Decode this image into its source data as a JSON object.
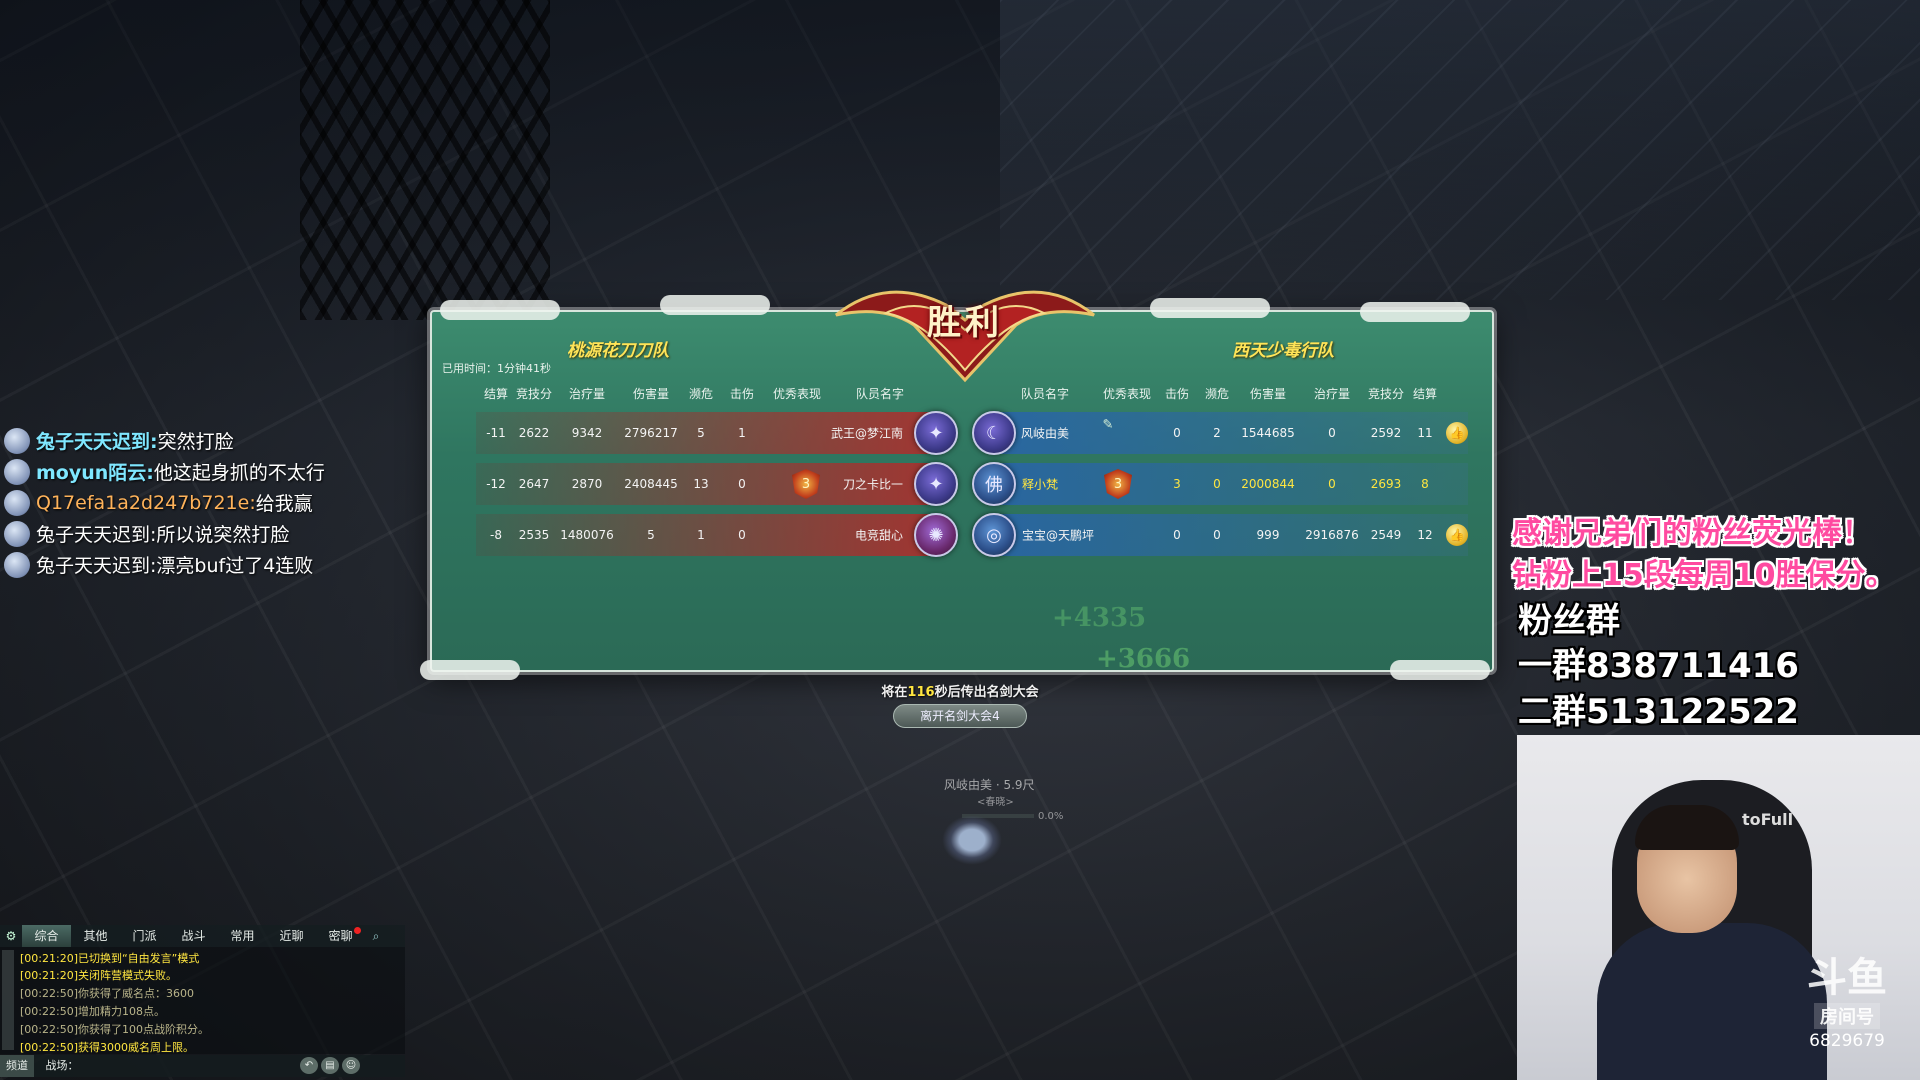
{
  "result": {
    "title": "胜利",
    "team_left": "桃源花刀刀队",
    "team_right": "西天少毒行队",
    "elapsed": "已用时间：1分钟41秒"
  },
  "columns_left": [
    "结算",
    "竞技分",
    "治疗量",
    "伤害量",
    "濒危",
    "击伤",
    "优秀表现",
    "队员名字"
  ],
  "columns_right": [
    "队员名字",
    "优秀表现",
    "击伤",
    "濒危",
    "伤害量",
    "治疗量",
    "竞技分",
    "结算"
  ],
  "rows_left": [
    {
      "result": "-11",
      "score": "2622",
      "healing": "9342",
      "damage": "2796217",
      "danger": "5",
      "kills": "1",
      "name": "武王@梦江南",
      "icon": "swirl-icon"
    },
    {
      "result": "-12",
      "score": "2647",
      "healing": "2870",
      "damage": "2408445",
      "danger": "13",
      "kills": "0",
      "name": "刀之卡比一",
      "icon": "swirl-icon",
      "badge": "3"
    },
    {
      "result": "-8",
      "score": "2535",
      "healing": "1480076",
      "damage": "5",
      "danger": "1",
      "kills": "0",
      "name": "电竞甜心",
      "icon": "flower-icon"
    }
  ],
  "rows_right": [
    {
      "name": "风岐由美",
      "kills": "0",
      "danger": "2",
      "damage": "1544685",
      "healing": "0",
      "score": "2592",
      "result": "11",
      "icon": "moon-icon",
      "liked": true
    },
    {
      "name": "释小梵",
      "kills": "3",
      "danger": "0",
      "damage": "2000844",
      "healing": "0",
      "score": "2693",
      "result": "8",
      "icon": "buddha-icon",
      "icon_char": "佛",
      "badge": "3"
    },
    {
      "name": "宝宝@天鹏坪",
      "kills": "0",
      "danger": "0",
      "damage": "999",
      "healing": "2916876",
      "score": "2549",
      "result": "12",
      "icon": "spiral-icon",
      "liked": true
    }
  ],
  "countdown": {
    "prefix": "将在",
    "seconds": "116",
    "suffix": "秒后传出名剑大会"
  },
  "leave_button": "离开名剑大会4",
  "floating_numbers": [
    "+4335",
    "+3666"
  ],
  "player_tag": {
    "name": "风岐由美 · 5.9尺",
    "title": "<春晓>",
    "percent": "0.0%"
  },
  "danmaku": [
    {
      "user": "兔子天天迟到:",
      "text": "突然打脸",
      "color": "#7fe7ff"
    },
    {
      "user": "moyun陌云:",
      "text": "他这起身抓的不太行",
      "color": "#7fe7ff"
    },
    {
      "user": "Q17efa1a2d247b721e:",
      "text": "给我赢",
      "color": "#ffb35a"
    },
    {
      "user": "兔子天天迟到:",
      "text": "所以说突然打脸",
      "color": "#ffffff"
    },
    {
      "user": "兔子天天迟到:",
      "text": "漂亮buf过了4连败",
      "color": "#ffffff"
    }
  ],
  "chat": {
    "tabs": [
      "综合",
      "其他",
      "门派",
      "战斗",
      "常用",
      "近聊",
      "密聊"
    ],
    "lines": [
      {
        "text": "[00:21:20]已切换到“自由发言”模式",
        "style": "yellow"
      },
      {
        "text": "[00:21:20]关闭阵营模式失败。",
        "style": "yellow"
      },
      {
        "text": "[00:22:50]你获得了威名点：3600",
        "style": "gray"
      },
      {
        "text": "[00:22:50]增加精力108点。",
        "style": "gray"
      },
      {
        "text": "[00:22:50]你获得了100点战阶积分。",
        "style": "gray"
      },
      {
        "text": "[00:22:50]获得3000威名周上限。",
        "style": "yellow"
      }
    ],
    "channel": "频道",
    "input_label": "战场："
  },
  "promo": {
    "line1": "感谢兄弟们的粉丝荧光棒！",
    "line2": "钻粉上15段每周10胜保分。",
    "line3": "粉丝群",
    "line4": "一群838711416",
    "line5": "二群513122522"
  },
  "stream": {
    "chair_text": "toFull",
    "logo_mark": "斗鱼",
    "logo_label": "房间号",
    "room_number": "6829679"
  },
  "colors": {
    "panel": "#2f7660",
    "victory_red": "#9b1c1c",
    "highlight": "#ffe640",
    "promo_pink": "#ff4aa0"
  }
}
